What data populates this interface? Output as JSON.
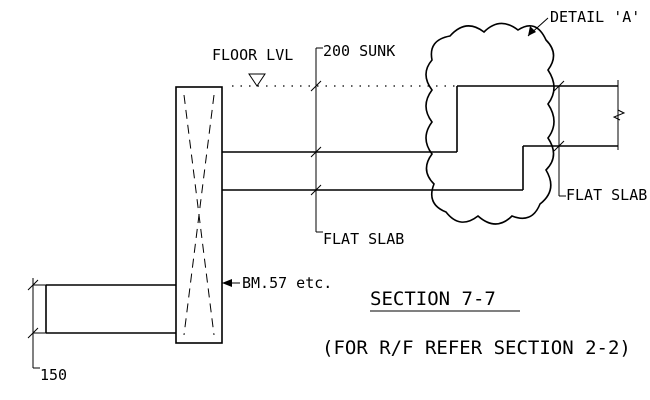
{
  "labels": {
    "floor_level": "FLOOR LVL",
    "sunk": "200 SUNK",
    "detail": "DETAIL 'A'",
    "flat_slab_left": "FLAT SLAB",
    "flat_slab_right": "FLAT SLAB",
    "beam_mark": "BM.57 etc.",
    "section_title": "SECTION 7-7",
    "section_note": "(FOR R/F REFER SECTION 2-2)",
    "dimension_150": "150"
  }
}
